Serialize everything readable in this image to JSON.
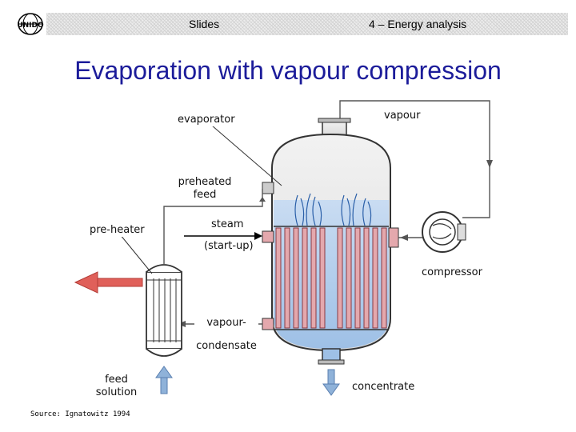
{
  "header": {
    "left_text": "Slides",
    "right_text": "4 – Energy analysis"
  },
  "title": "Evaporation with vapour compression",
  "labels": {
    "evaporator": "evaporator",
    "vapour": "vapour",
    "preheated_feed": "preheated feed",
    "steam": "steam",
    "start_up": "(start-up)",
    "pre_heater": "pre-heater",
    "compressor": "compressor",
    "vapour_condensate": "vapour-condensate",
    "feed_solution": "feed solution",
    "concentrate": "concentrate"
  },
  "source": "Source: Ignatowitz 1994",
  "colors": {
    "title": "#1c1c9a",
    "liquid": "#a9c8ea",
    "tube": "#e4a8ad",
    "arrow_red": "#e0605a",
    "arrow_blue": "#8fb2d9"
  },
  "icons": {
    "logo": "unido-logo"
  }
}
